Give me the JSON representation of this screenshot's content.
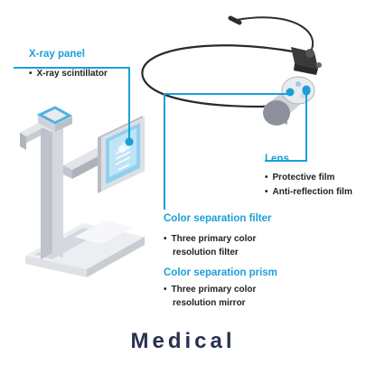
{
  "title": "Medical",
  "callouts": {
    "xray": {
      "heading": "X-ray panel",
      "items": [
        "X-ray scintillator"
      ]
    },
    "lens": {
      "heading": "Lens",
      "items": [
        "Protective film",
        "Anti-reflection film"
      ]
    },
    "filter": {
      "heading": "Color separation filter",
      "items": [
        "Three primary color",
        "resolution filter"
      ]
    },
    "prism": {
      "heading": "Color separation prism",
      "items": [
        "Three primary color",
        "resolution mirror"
      ]
    }
  },
  "colors": {
    "accent": "#1aa0d8",
    "title": "#27324e",
    "stand": "#cfd1d8"
  },
  "icons": [
    "xray-stand-illustration",
    "xray-panel-illustration",
    "endoscope-illustration",
    "lens-tip-illustration"
  ]
}
